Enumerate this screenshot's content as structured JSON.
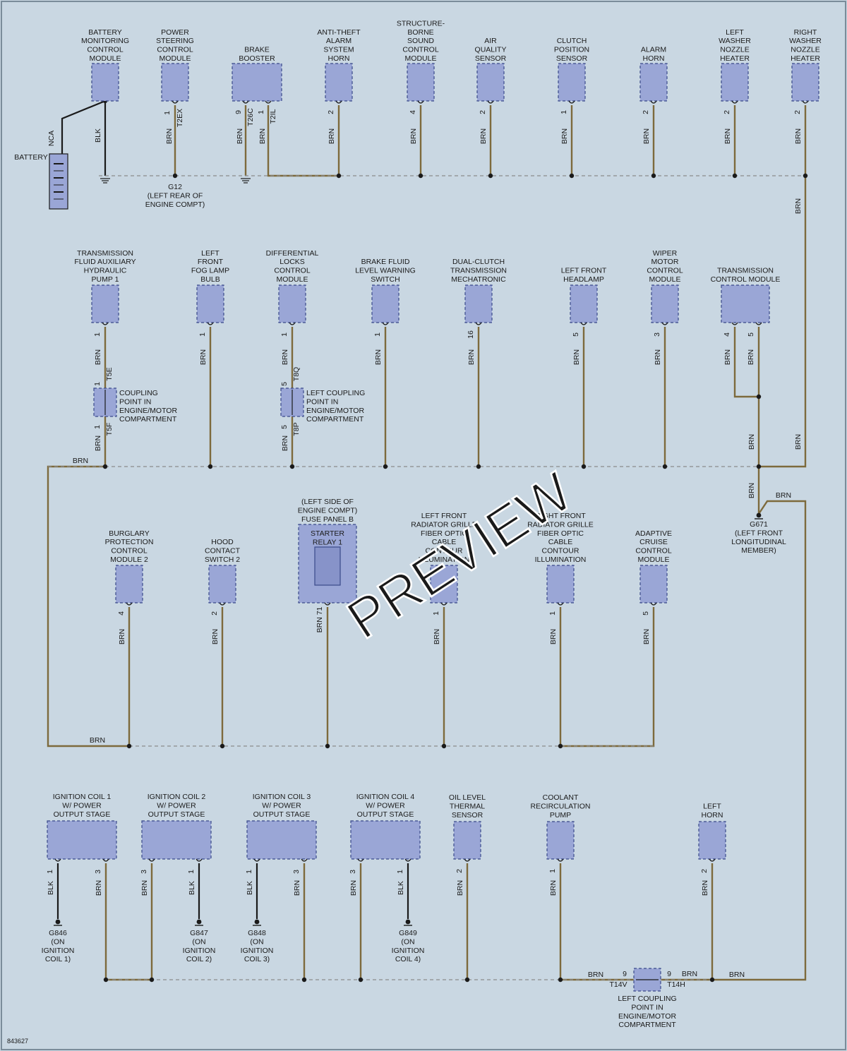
{
  "diagram_id": "843627",
  "watermark": "PREVIEW",
  "wire_labels": {
    "brn": "BRN",
    "blk": "BLK",
    "nca": "NCA"
  },
  "battery": {
    "label": "BATTERY"
  },
  "grounds": {
    "g12": [
      "G12",
      "(LEFT REAR OF",
      "ENGINE COMPT)"
    ],
    "g671": [
      "G671",
      "(LEFT FRONT",
      "LONGITUDINAL",
      "MEMBER)"
    ],
    "g846": [
      "G846",
      "(ON",
      "IGNITION",
      "COIL 1)"
    ],
    "g847": [
      "G847",
      "(ON",
      "IGNITION",
      "COIL 2)"
    ],
    "g848": [
      "G848",
      "(ON",
      "IGNITION",
      "COIL 3)"
    ],
    "g849": [
      "G849",
      "(ON",
      "IGNITION",
      "COIL 4)"
    ]
  },
  "row1": [
    {
      "lines": [
        "BATTERY",
        "MONITORING",
        "CONTROL",
        "MODULE"
      ]
    },
    {
      "lines": [
        "POWER",
        "STEERING",
        "CONTROL",
        "MODULE"
      ],
      "pin": "1",
      "conn": "T2EX"
    },
    {
      "lines": [
        "BRAKE",
        "BOOSTER"
      ],
      "pin1": "9",
      "conn1": "T26C",
      "pin2": "1",
      "conn2": "T2IL"
    },
    {
      "lines": [
        "ANTI-THEFT",
        "ALARM",
        "SYSTEM",
        "HORN"
      ],
      "pin": "2"
    },
    {
      "lines": [
        "STRUCTURE-",
        "BORNE",
        "SOUND",
        "CONTROL",
        "MODULE"
      ],
      "pin": "4"
    },
    {
      "lines": [
        "AIR",
        "QUALITY",
        "SENSOR"
      ],
      "pin": "2"
    },
    {
      "lines": [
        "CLUTCH",
        "POSITION",
        "SENSOR"
      ],
      "pin": "1"
    },
    {
      "lines": [
        "ALARM",
        "HORN"
      ],
      "pin": "2"
    },
    {
      "lines": [
        "LEFT",
        "WASHER",
        "NOZZLE",
        "HEATER"
      ],
      "pin": "2"
    },
    {
      "lines": [
        "RIGHT",
        "WASHER",
        "NOZZLE",
        "HEATER"
      ],
      "pin": "2"
    }
  ],
  "row2": [
    {
      "lines": [
        "TRANSMISSION",
        "FLUID AUXILIARY",
        "HYDRAULIC",
        "PUMP 1"
      ],
      "pin": "1"
    },
    {
      "lines": [
        "LEFT",
        "FRONT",
        "FOG LAMP",
        "BULB"
      ],
      "pin": "1"
    },
    {
      "lines": [
        "DIFFERENTIAL",
        "LOCKS",
        "CONTROL",
        "MODULE"
      ],
      "pin": "1"
    },
    {
      "lines": [
        "BRAKE FLUID",
        "LEVEL WARNING",
        "SWITCH"
      ],
      "pin": "1"
    },
    {
      "lines": [
        "DUAL-CLUTCH",
        "TRANSMISSION",
        "MECHATRONIC"
      ],
      "pin": "16"
    },
    {
      "lines": [
        "LEFT FRONT",
        "HEADLAMP"
      ],
      "pin": "5"
    },
    {
      "lines": [
        "WIPER",
        "MOTOR",
        "CONTROL",
        "MODULE"
      ],
      "pin": "3"
    },
    {
      "lines": [
        "TRANSMISSION",
        "CONTROL MODULE"
      ],
      "pin1": "4",
      "pin2": "5"
    }
  ],
  "couplings": {
    "c1": {
      "lines": [
        "COUPLING",
        "POINT IN",
        "ENGINE/MOTOR",
        "COMPARTMENT"
      ],
      "pin_top": "1",
      "conn_top": "T5E",
      "pin_bot": "1",
      "conn_bot": "T5F"
    },
    "c2": {
      "lines": [
        "LEFT COUPLING",
        "POINT IN",
        "ENGINE/MOTOR",
        "COMPARTMENT"
      ],
      "pin_top": "5",
      "conn_top": "T8Q",
      "pin_bot": "5",
      "conn_bot": "T8P"
    },
    "c3": {
      "lines": [
        "LEFT COUPLING",
        "POINT IN",
        "ENGINE/MOTOR",
        "COMPARTMENT"
      ],
      "pin_l": "9",
      "conn_l": "T14V",
      "pin_r": "9",
      "conn_r": "T14H"
    }
  },
  "row3": [
    {
      "lines": [
        "BURGLARY",
        "PROTECTION",
        "CONTROL",
        "MODULE 2"
      ],
      "pin": "4"
    },
    {
      "lines": [
        "HOOD",
        "CONTACT",
        "SWITCH 2"
      ],
      "pin": "2"
    },
    {
      "fuse_lines": [
        "(LEFT SIDE OF",
        "ENGINE COMPT)",
        "FUSE PANEL B"
      ],
      "lines": [
        "STARTER",
        "RELAY 1"
      ],
      "pin": "71"
    },
    {
      "lines": [
        "LEFT FRONT",
        "RADIATOR GRILLE",
        "FIBER OPTIC",
        "CABLE",
        "CONTOUR",
        "ILLUMINATION"
      ],
      "pin": "1"
    },
    {
      "lines": [
        "RIGHT FRONT",
        "RADIATOR GRILLE",
        "FIBER OPTIC",
        "CABLE",
        "CONTOUR",
        "ILLUMINATION"
      ],
      "pin": "1"
    },
    {
      "lines": [
        "ADAPTIVE",
        "CRUISE",
        "CONTROL",
        "MODULE"
      ],
      "pin": "5"
    }
  ],
  "row4": [
    {
      "lines": [
        "IGNITION COIL 1",
        "W/ POWER",
        "OUTPUT STAGE"
      ],
      "pin_a": "1",
      "pin_b": "3"
    },
    {
      "lines": [
        "IGNITION COIL 2",
        "W/ POWER",
        "OUTPUT STAGE"
      ],
      "pin_a": "3",
      "pin_b": "1"
    },
    {
      "lines": [
        "IGNITION COIL 3",
        "W/ POWER",
        "OUTPUT STAGE"
      ],
      "pin_a": "1",
      "pin_b": "3"
    },
    {
      "lines": [
        "IGNITION COIL 4",
        "W/ POWER",
        "OUTPUT STAGE"
      ],
      "pin_a": "3",
      "pin_b": "1"
    },
    {
      "lines": [
        "OIL LEVEL",
        "THERMAL",
        "SENSOR"
      ],
      "pin": "2"
    },
    {
      "lines": [
        "COOLANT",
        "RECIRCULATION",
        "PUMP"
      ],
      "pin": "1"
    },
    {
      "lines": [
        "LEFT",
        "HORN"
      ],
      "pin": "2"
    }
  ]
}
